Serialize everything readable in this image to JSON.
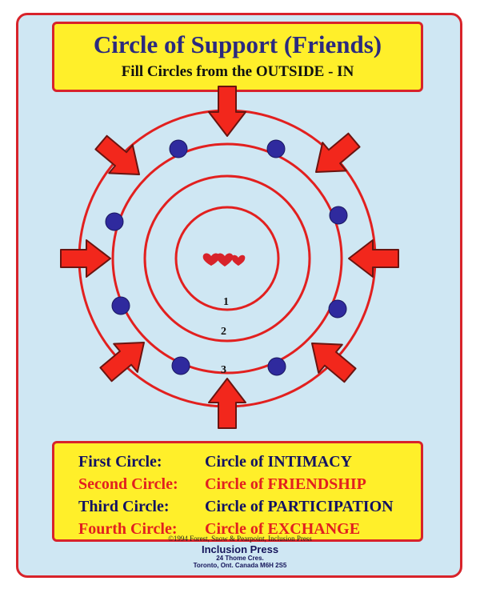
{
  "title": "Circle of Support  (Friends)",
  "subtitle": "Fill Circles from the OUTSIDE - IN",
  "circles": [
    {
      "number": "1"
    },
    {
      "number": "2"
    },
    {
      "number": "3"
    }
  ],
  "legend": [
    {
      "ordinal": "First Circle:",
      "name": "Circle of INTIMACY",
      "color": "#121262"
    },
    {
      "ordinal": "Second Circle:",
      "name": "Circle of FRIENDSHIP",
      "color": "#e2201f"
    },
    {
      "ordinal": "Third Circle:",
      "name": "Circle of PARTICIPATION",
      "color": "#121262"
    },
    {
      "ordinal": "Fourth Circle:",
      "name": "Circle of EXCHANGE",
      "color": "#e2201f"
    }
  ],
  "copyright": "©1994  Forest, Snow & Pearpoint, Inclusion Press",
  "publisher": {
    "name": "Inclusion Press",
    "street": "24 Thome Cres.",
    "city": "Toronto, Ont. Canada M6H 2S5"
  },
  "colors": {
    "background": "#cfe7f3",
    "accent_red": "#d8232a",
    "arrow_red": "#f2271c",
    "dot_blue": "#2f2a9e",
    "title_yellow": "#ffef2a"
  },
  "icons": {
    "center": "hearts-icon",
    "arrows": "arrow-icon",
    "dots": "person-dot-icon"
  }
}
